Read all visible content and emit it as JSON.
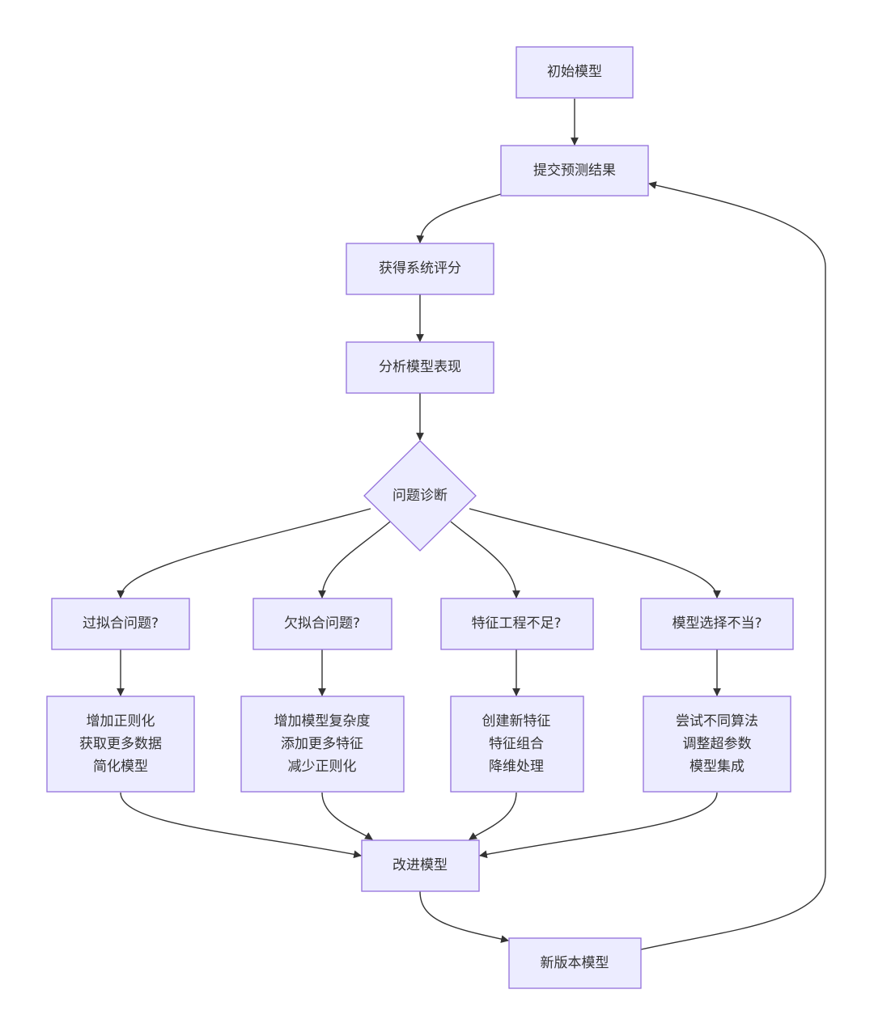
{
  "flowchart": {
    "nodes": {
      "start": "初始模型",
      "submit": "提交预测结果",
      "score": "获得系统评分",
      "analyze": "分析模型表现",
      "diagnose": "问题诊断",
      "overfit": "过拟合问题?",
      "underfit": "欠拟合问题?",
      "feature": "特征工程不足?",
      "model_choice": "模型选择不当?",
      "overfit_fix": [
        "增加正则化",
        "获取更多数据",
        "简化模型"
      ],
      "underfit_fix": [
        "增加模型复杂度",
        "添加更多特征",
        "减少正则化"
      ],
      "feature_fix": [
        "创建新特征",
        "特征组合",
        "降维处理"
      ],
      "model_fix": [
        "尝试不同算法",
        "调整超参数",
        "模型集成"
      ],
      "improve": "改进模型",
      "new_version": "新版本模型"
    }
  }
}
